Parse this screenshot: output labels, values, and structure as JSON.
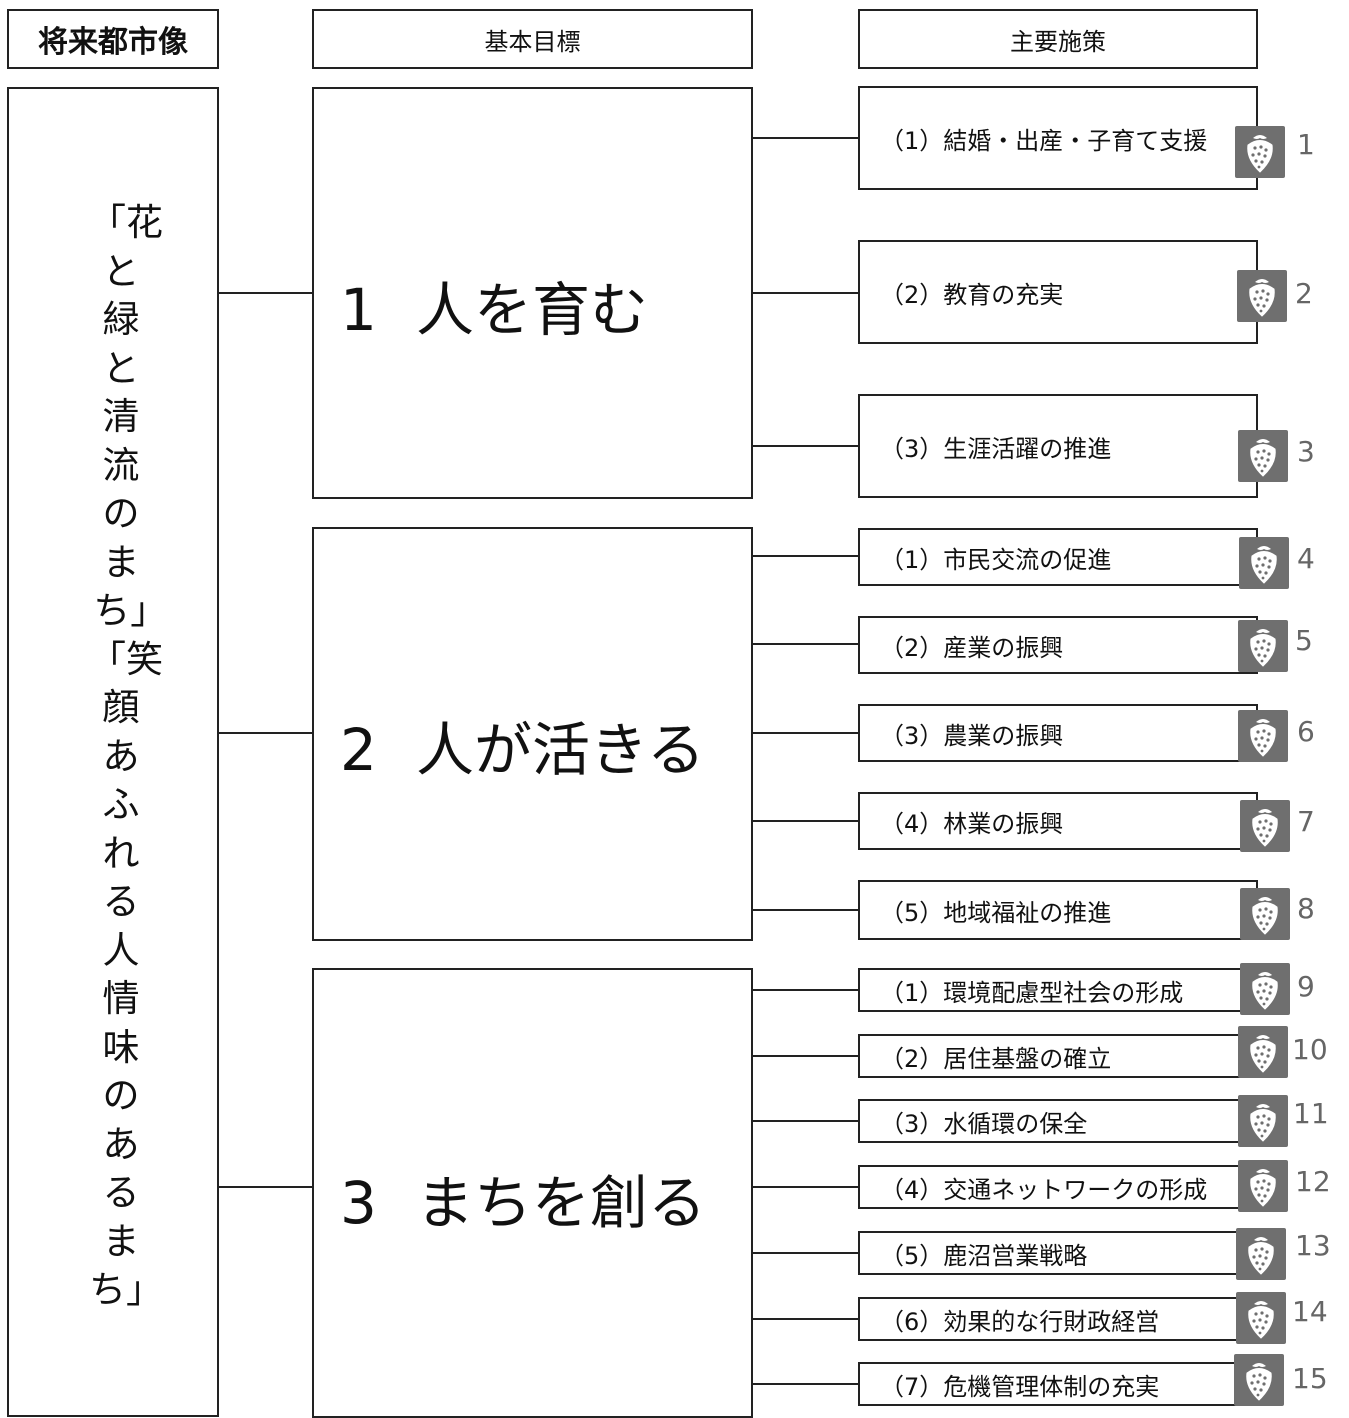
{
  "headers": {
    "vision": "将来都市像",
    "goals": "基本目標",
    "policies": "主要施策"
  },
  "vision_text": "「花と緑と清流のまち」「笑顔あふれる人情味のあるまち」",
  "goals": [
    {
      "number": "1",
      "label": "人を育む",
      "policies": [
        {
          "label": "（1）結婚・出産・子育て支援",
          "index": "1"
        },
        {
          "label": "（2）教育の充実",
          "index": "2"
        },
        {
          "label": "（3）生涯活躍の推進",
          "index": "3"
        }
      ]
    },
    {
      "number": "2",
      "label": "人が活きる",
      "policies": [
        {
          "label": "（1）市民交流の促進",
          "index": "4"
        },
        {
          "label": "（2）産業の振興",
          "index": "5"
        },
        {
          "label": "（3）農業の振興",
          "index": "6"
        },
        {
          "label": "（4）林業の振興",
          "index": "7"
        },
        {
          "label": "（5）地域福祉の推進",
          "index": "8"
        }
      ]
    },
    {
      "number": "3",
      "label": "まちを創る",
      "policies": [
        {
          "label": "（1）環境配慮型社会の形成",
          "index": "9"
        },
        {
          "label": "（2）居住基盤の確立",
          "index": "10"
        },
        {
          "label": "（3）水循環の保全",
          "index": "11"
        },
        {
          "label": "（4）交通ネットワークの形成",
          "index": "12"
        },
        {
          "label": "（5）鹿沼営業戦略",
          "index": "13"
        },
        {
          "label": "（6）効果的な行財政経営",
          "index": "14"
        },
        {
          "label": "（7）危機管理体制の充実",
          "index": "15"
        }
      ]
    }
  ],
  "icon_name": "strawberry-icon",
  "colors": {
    "line": "#222222",
    "icon_bg": "#6f6f6f",
    "index_text": "#666666"
  }
}
